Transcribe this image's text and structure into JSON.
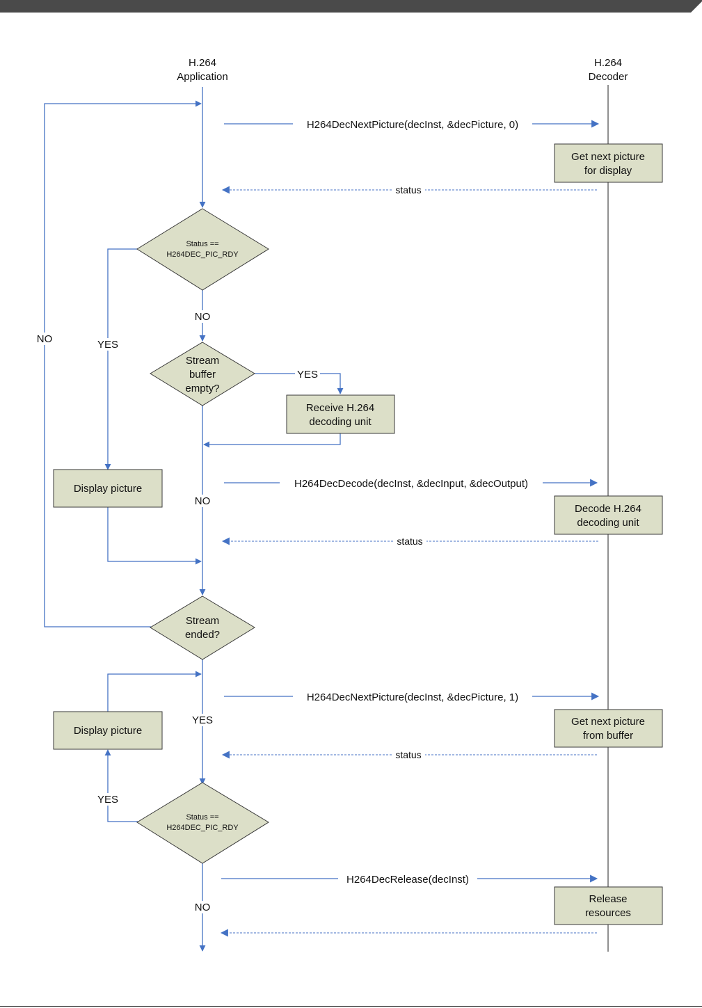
{
  "lanes": {
    "application": {
      "line1": "H.264",
      "line2": "Application"
    },
    "decoder": {
      "line1": "H.264",
      "line2": "Decoder"
    }
  },
  "messages": {
    "next_picture_0": "H264DecNextPicture(decInst, &decPicture, 0)",
    "status_1": "status",
    "decode": "H264DecDecode(decInst, &decInput, &decOutput)",
    "status_2": "status",
    "next_picture_1": "H264DecNextPicture(decInst, &decPicture, 1)",
    "status_3": "status",
    "release": "H264DecRelease(decInst)"
  },
  "process_boxes": {
    "get_next_display": {
      "line1": "Get next picture",
      "line2": "for display"
    },
    "receive_unit": {
      "line1": "Receive H.264",
      "line2": "decoding unit"
    },
    "display_picture_1": "Display picture",
    "decode_unit": {
      "line1": "Decode H.264",
      "line2": "decoding unit"
    },
    "display_picture_2": "Display picture",
    "get_next_buffer": {
      "line1": "Get next picture",
      "line2": "from buffer"
    },
    "release_resources": {
      "line1": "Release",
      "line2": "resources"
    }
  },
  "decisions": {
    "status_rdy_1": {
      "line1": "Status ==",
      "line2": "H264DEC_PIC_RDY"
    },
    "stream_buffer_empty": {
      "line1": "Stream",
      "line2": "buffer",
      "line3": "empty?"
    },
    "stream_ended": {
      "line1": "Stream",
      "line2": "ended?"
    },
    "status_rdy_2": {
      "line1": "Status ==",
      "line2": "H264DEC_PIC_RDY"
    }
  },
  "branch_labels": {
    "no_1": "NO",
    "yes_display_1": "YES",
    "no_loop": "NO",
    "yes_receive": "YES",
    "no_2": "NO",
    "yes_ended": "YES",
    "yes_display_2": "YES",
    "no_end": "NO"
  },
  "colors": {
    "arrow": "#4472c4",
    "box_fill": "#dcdfc8",
    "box_stroke": "#3a3a3a",
    "banner": "#4a4a4a"
  }
}
